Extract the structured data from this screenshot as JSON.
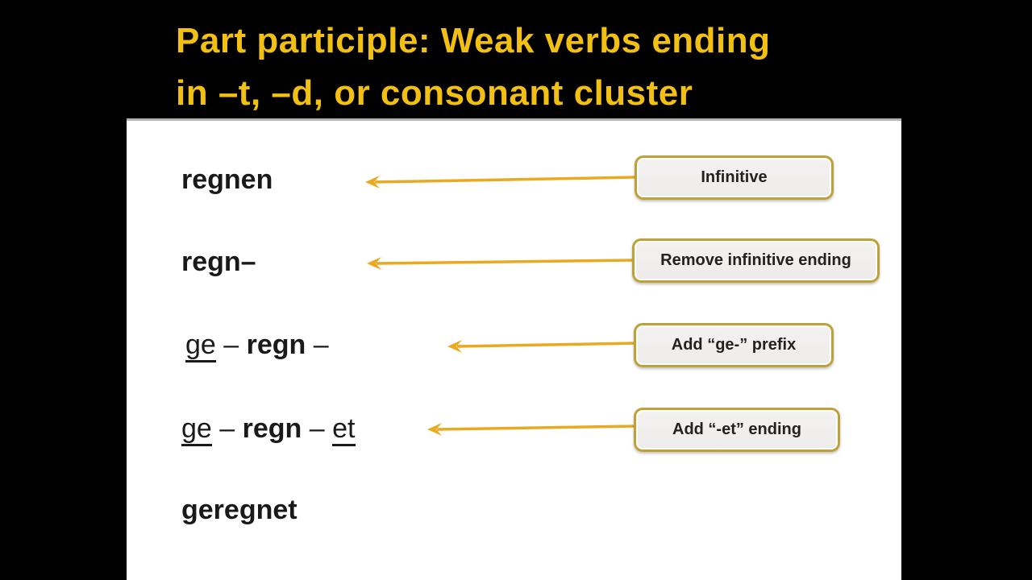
{
  "title": {
    "line1": "Part participle: Weak verbs ending",
    "line2": "in –t, –d, or consonant cluster"
  },
  "rows": [
    {
      "word": "regnen",
      "label": "Infinitive"
    },
    {
      "word": "regn–",
      "label": "Remove infinitive ending"
    },
    {
      "prefix": "ge",
      "sep1": " – ",
      "stem": "regn",
      "sep2": " –",
      "label": "Add “ge-” prefix"
    },
    {
      "prefix": "ge",
      "sep1": " – ",
      "stem": "regn",
      "sep2": " – ",
      "suffix": "et",
      "label": "Add “-et” ending"
    },
    {
      "word": "geregnet"
    }
  ],
  "colors": {
    "canvas_bg": "#000000",
    "slide_bg": "#FFFFFF",
    "title_gold": "#F2C013",
    "arrow_gold": "#E9A921",
    "box_border_gold": "#BFA13A",
    "box_fill": "#F0EFED",
    "text_dark": "#1A1A1A"
  }
}
